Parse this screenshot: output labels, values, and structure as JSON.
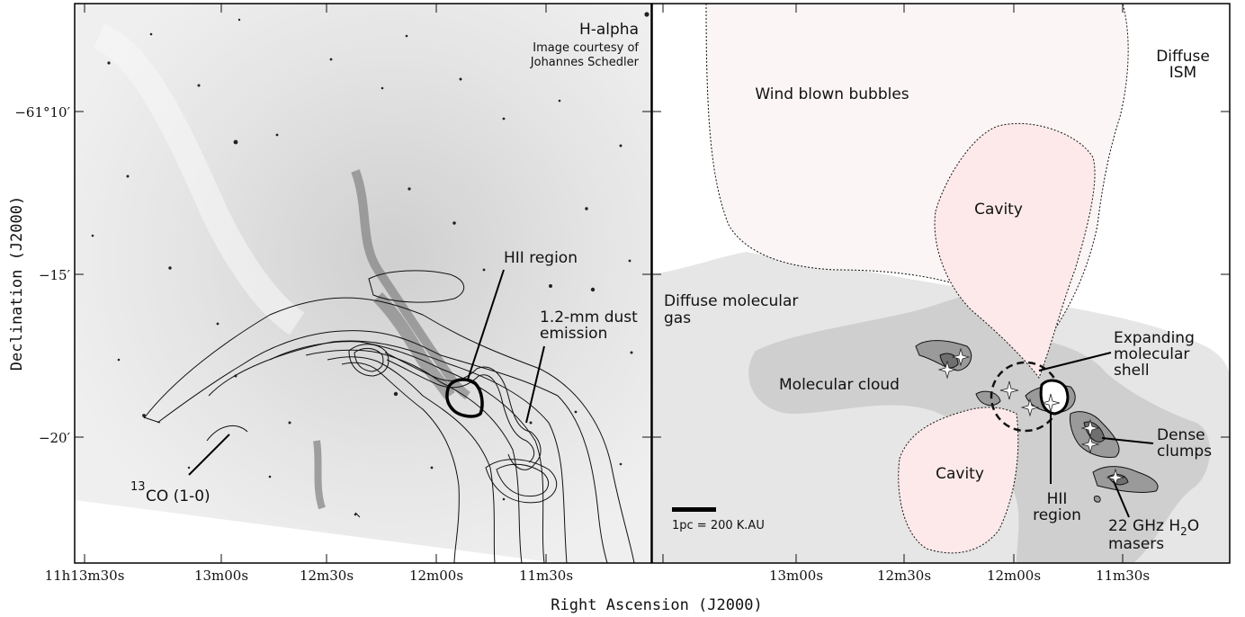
{
  "left_panel": {
    "title": "H-alpha",
    "credit_line1": "Image courtesy of",
    "credit_line2": "Johannes Schedler",
    "label_hii": "HII region",
    "label_dust_line1": "1.2-mm dust",
    "label_dust_line2": "emission",
    "label_co_sup": "13",
    "label_co": "CO (1-0)"
  },
  "right_panel": {
    "diffuse_ism_line1": "Diffuse",
    "diffuse_ism_line2": "ISM",
    "wind_bubbles": "Wind blown bubbles",
    "cavity_top": "Cavity",
    "cavity_bottom": "Cavity",
    "diffuse_mol_line1": "Diffuse molecular",
    "diffuse_mol_line2": "gas",
    "molecular_cloud": "Molecular cloud",
    "expanding_line1": "Expanding",
    "expanding_line2": "molecular",
    "expanding_line3": "shell",
    "dense_line1": "Dense",
    "dense_line2": "clumps",
    "hii_line1": "HII",
    "hii_line2": "region",
    "masers_line1_a": "22 GHz H",
    "masers_line1_sub": "2",
    "masers_line1_b": "O",
    "masers_line2": "masers",
    "scale_bar": "1pc = 200 K.AU"
  },
  "axes": {
    "ylabel": "Declination (J2000)",
    "xlabel": "Right Ascension (J2000)",
    "y_ticks": [
      "−61°10′",
      "−15′",
      "−20′"
    ],
    "x_ticks_left": [
      "11h13m30s",
      "13m00s",
      "12m30s",
      "12m00s",
      "11m30s"
    ],
    "x_ticks_right": [
      "13m00s",
      "12m30s",
      "12m00s",
      "11m30s"
    ]
  },
  "colors": {
    "cavity": "#fde9e9",
    "bubble": "#fbf5f5",
    "diffuse_gas": "#e6e6e6",
    "cloud": "#cfcfcf",
    "clump_dark": "#888888"
  }
}
